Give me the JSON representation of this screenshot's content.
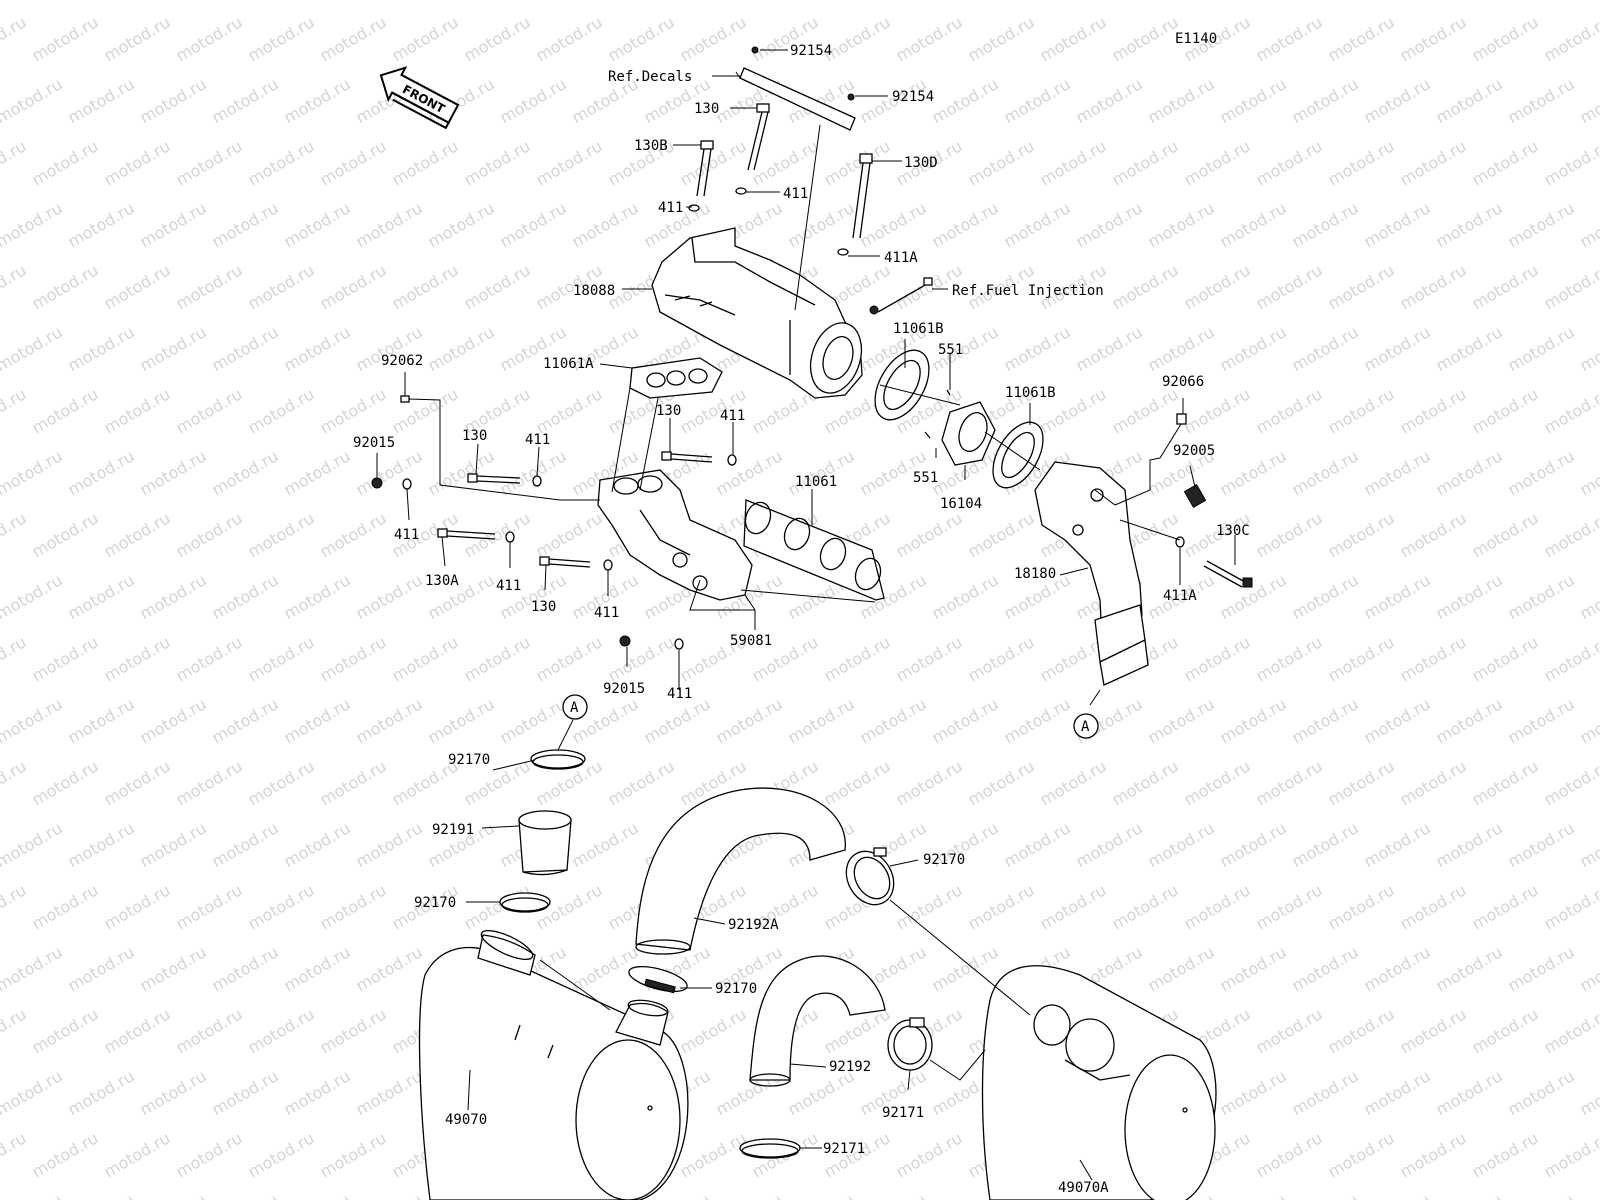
{
  "diagram_code": "E1140",
  "watermark": "motod.ru",
  "front_arrow": "FRONT",
  "callouts": {
    "c92154a": "92154",
    "c92154b": "92154",
    "refDecals": "Ref.Decals",
    "c130top": "130",
    "c130B": "130B",
    "c130D": "130D",
    "c411a": "411",
    "c411b": "411",
    "c411A_top": "411A",
    "refFuel": "Ref.Fuel Injection",
    "c18088": "18088",
    "c11061A": "11061A",
    "c11061B_a": "11061B",
    "c551a": "551",
    "c11061B_b": "11061B",
    "c92062": "92062",
    "c92066": "92066",
    "c130mid": "130",
    "c411mid": "411",
    "c130left": "130",
    "c411left": "411",
    "c92015a": "92015",
    "c411c": "411",
    "c130A": "130A",
    "c411d": "411",
    "c130low": "130",
    "c411e": "411",
    "c11061": "11061",
    "c551b": "551",
    "c16104": "16104",
    "c92005": "92005",
    "c130C": "130C",
    "c18180": "18180",
    "c411A_right": "411A",
    "c59081": "59081",
    "c92015b": "92015",
    "c411f": "411",
    "circleA_left": "A",
    "circleA_right": "A",
    "c92170a": "92170",
    "c92191": "92191",
    "c92170b": "92170",
    "c92192A": "92192A",
    "c92170c": "92170",
    "c92170d": "92170",
    "c92192": "92192",
    "c92171a": "92171",
    "c92171b": "92171",
    "c49070": "49070",
    "c49070A": "49070A"
  }
}
